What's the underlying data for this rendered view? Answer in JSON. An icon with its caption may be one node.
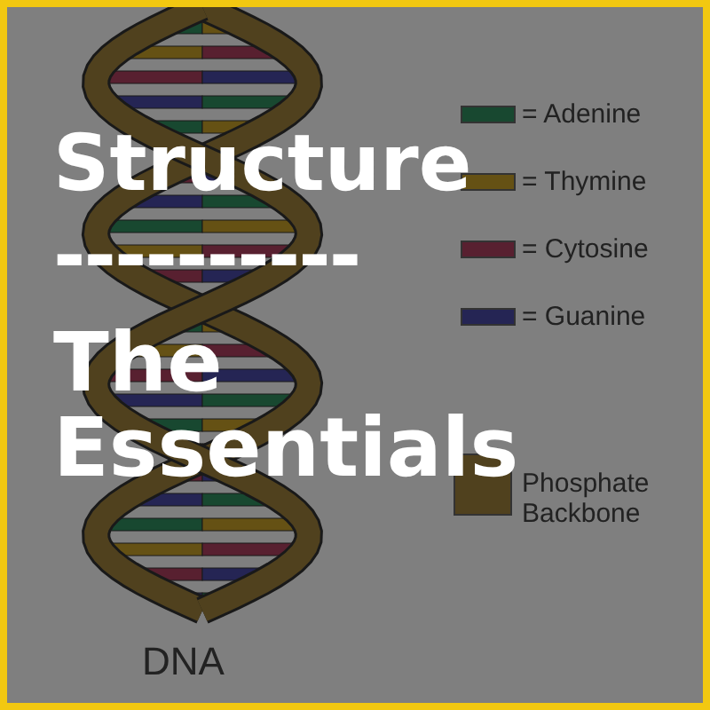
{
  "diagram": {
    "title": "Structure",
    "labels": [
      "----------",
      "The Essentials",
      "DNA"
    ],
    "legend": [
      {
        "text": "= Adenine",
        "color": "#184830"
      },
      {
        "text": "= Thymine",
        "color": "#655114"
      },
      {
        "text": "= Cytosine",
        "color": "#582030"
      },
      {
        "text": "= Guanine",
        "color": "#252554"
      },
      {
        "text": "Phosphate Backbone",
        "color": "#50411e"
      }
    ]
  }
}
